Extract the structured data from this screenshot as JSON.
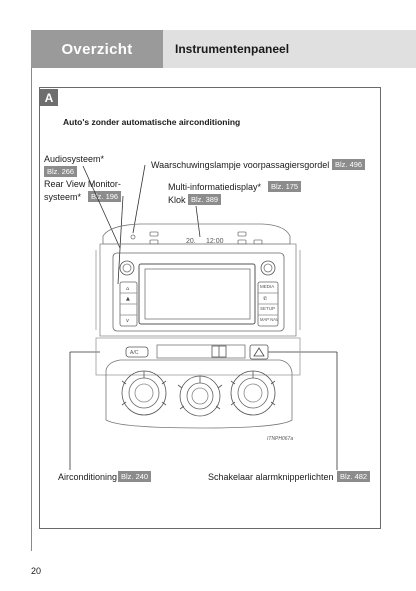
{
  "header": {
    "section": "Overzicht",
    "title": "Instrumentenpaneel"
  },
  "panel": {
    "label": "A",
    "subtitle": "Auto's zonder automatische airconditioning"
  },
  "callouts": {
    "audio": {
      "label": "Audiosysteem*",
      "ref": "Blz. 266"
    },
    "warning_lamp": {
      "label": "Waarschuwingslampje voorpassagiersgordel",
      "ref": "Blz. 496"
    },
    "rear_view_line1": "Rear View Monitor-",
    "rear_view_line2": "systeem*",
    "rear_view_ref": "Blz. 196",
    "multi_display": {
      "label": "Multi-informatiedisplay*",
      "ref": "Blz. 175"
    },
    "clock": {
      "label": "Klok",
      "ref": "Blz. 389"
    },
    "aircon": {
      "label": "Airconditioning",
      "ref": "Blz. 240"
    },
    "hazard": {
      "label": "Schakelaar alarmknipperlichten",
      "ref": "Blz. 482"
    }
  },
  "dashboard": {
    "display_temp": "20.",
    "display_time": "12:00",
    "btn_media": "MEDIA",
    "btn_setup": "SETUP",
    "btn_map": "MAP NAV",
    "btn_ac": "A/C",
    "figure_code": "ITNPH067a"
  },
  "page_number": "20",
  "colors": {
    "header_dark": "#9a9a9a",
    "header_light": "#e0e0e0",
    "badge": "#8c8c8c"
  }
}
